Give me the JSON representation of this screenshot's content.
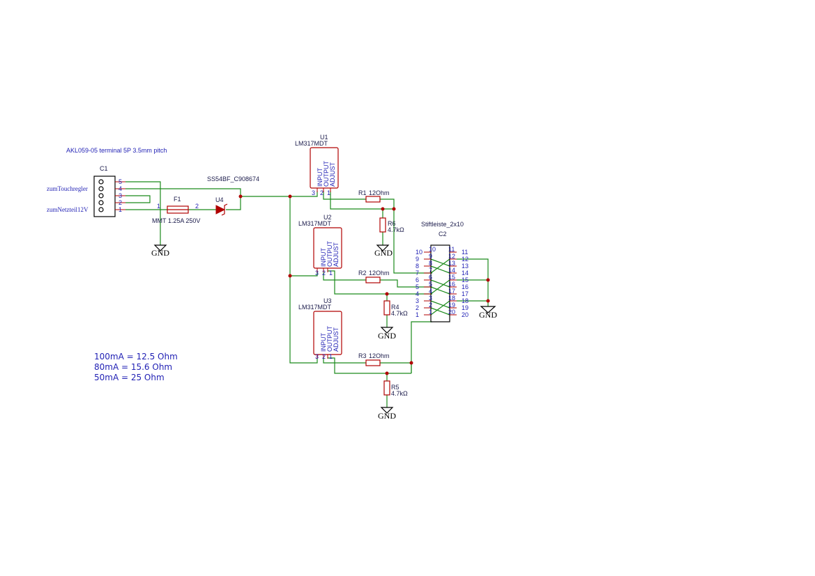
{
  "connector_c1": {
    "ref": "C1",
    "value": "AKL059-05 terminal 5P 3.5mm pitch",
    "pins": [
      "5",
      "4",
      "3",
      "2",
      "1"
    ],
    "net_touch": "zumTouchregler",
    "net_psu": "zumNetzteil12V"
  },
  "fuse_f1": {
    "ref": "F1",
    "value": "MMT 1.25A 250V",
    "pin1": "1",
    "pin2": "2"
  },
  "diode_u4": {
    "ref": "U4",
    "value": "SS54BF_C908674"
  },
  "regulators": [
    {
      "ref": "U1",
      "value": "LM317MDT",
      "pins": [
        "INPUT",
        "OUTPUT",
        "ADJUST"
      ],
      "pin_numbers": [
        "3",
        "2",
        "1"
      ]
    },
    {
      "ref": "U2",
      "value": "LM317MDT",
      "pins": [
        "INPUT",
        "OUTPUT",
        "ADJUST"
      ],
      "pin_numbers": [
        "3",
        "2",
        "1"
      ]
    },
    {
      "ref": "U3",
      "value": "LM317MDT",
      "pins": [
        "INPUT",
        "OUTPUT",
        "ADJUST"
      ],
      "pin_numbers": [
        "3",
        "2",
        "1"
      ]
    }
  ],
  "resistors": {
    "r1": {
      "ref": "R1",
      "value": "12Ohm"
    },
    "r2": {
      "ref": "R2",
      "value": "12Ohm"
    },
    "r3": {
      "ref": "R3",
      "value": "12Ohm"
    },
    "r4": {
      "ref": "R4",
      "value": "4.7kΩ"
    },
    "r5": {
      "ref": "R5",
      "value": "4.7kΩ"
    },
    "r6": {
      "ref": "R6",
      "value": "4.7kΩ"
    }
  },
  "header_c2": {
    "ref": "C2",
    "value": "Stiftleiste_2x10",
    "left_pins": [
      "10",
      "9",
      "8",
      "7",
      "6",
      "5",
      "4",
      "3",
      "2",
      "1"
    ],
    "right_pins": [
      "11",
      "12",
      "13",
      "14",
      "15",
      "16",
      "17",
      "18",
      "19",
      "20"
    ]
  },
  "gnd_label": "GND",
  "notes": [
    "100mA = 12.5 Ohm",
    "80mA = 15.6 Ohm",
    "50mA = 25 Ohm"
  ],
  "colors": {
    "wire": "#1a8a1a",
    "component": "#b00000",
    "text": "#1f1fb4"
  }
}
